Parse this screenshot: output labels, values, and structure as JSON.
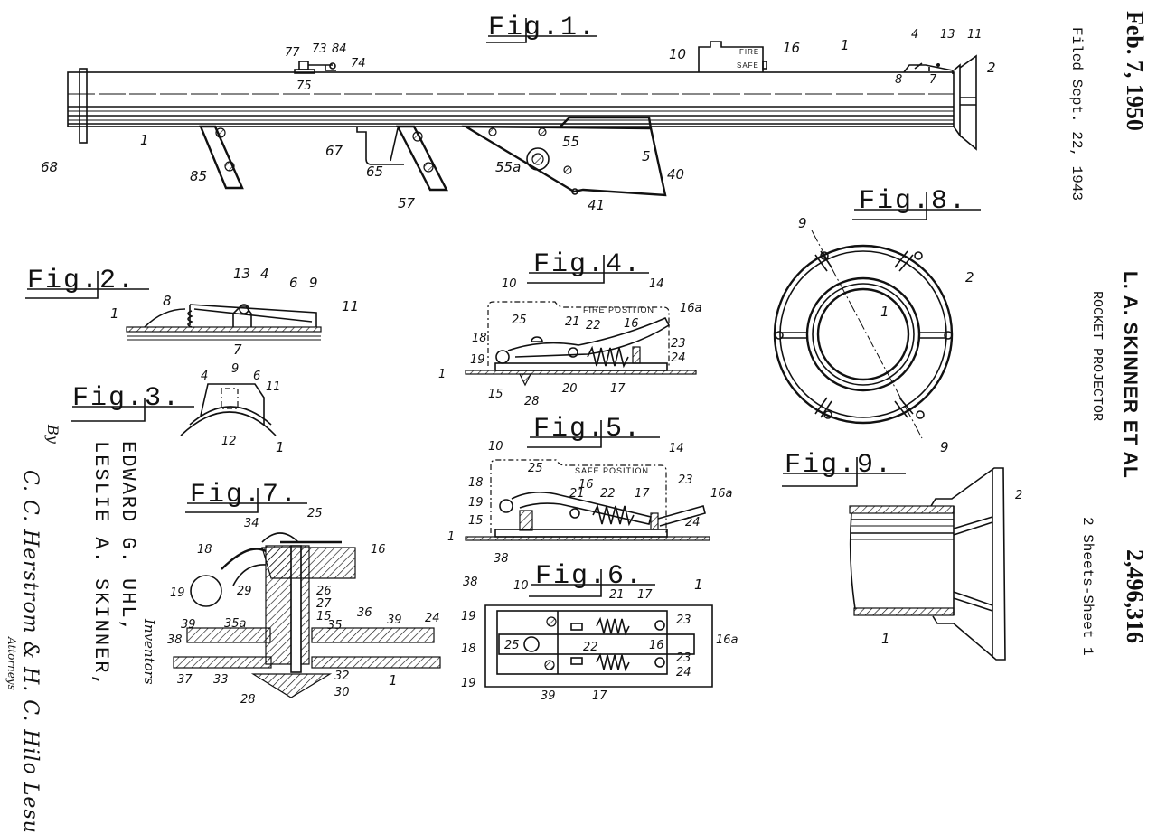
{
  "header": {
    "date": "Feb. 7, 1950",
    "filed": "Filed Sept. 22, 1943",
    "inventor_name": "L. A. SKINNER ET AL",
    "title": "ROCKET PROJECTOR",
    "patent_number": "2,496,316",
    "sheets": "2 Sheets-Sheet 1"
  },
  "inventors": {
    "name_1": "EDWARD G. UHL,",
    "name_2": "LESLIE A. SKINNER,",
    "label": "Inventors",
    "by": "By",
    "signature": "C. C. Herstrom & H. C. Hilo Lesu",
    "attorneys_label": "Attorneys"
  },
  "figures": {
    "fig1": {
      "title": "Fig.1.",
      "box_text_fire": "FIRE",
      "box_text_safe": "SAFE",
      "labels": [
        "77",
        "73",
        "84",
        "74",
        "75",
        "10",
        "16",
        "1",
        "4",
        "13",
        "11",
        "2",
        "8",
        "7",
        "68",
        "1",
        "85",
        "67",
        "65",
        "57",
        "55",
        "55a",
        "5",
        "40",
        "41"
      ]
    },
    "fig2": {
      "title": "Fig.2.",
      "labels": [
        "13",
        "4",
        "6",
        "9",
        "8",
        "1",
        "11",
        "7"
      ]
    },
    "fig3": {
      "title": "Fig.3.",
      "labels": [
        "4",
        "9",
        "6",
        "11",
        "12",
        "1"
      ]
    },
    "fig4": {
      "title": "Fig.4.",
      "position_text": "FIRE POSITION",
      "labels": [
        "10",
        "14",
        "25",
        "21",
        "22",
        "16",
        "16a",
        "18",
        "19",
        "23",
        "24",
        "1",
        "15",
        "28",
        "20",
        "17"
      ]
    },
    "fig5": {
      "title": "Fig.5.",
      "position_text": "SAFE POSITION",
      "labels": [
        "10",
        "14",
        "25",
        "16",
        "18",
        "21",
        "22",
        "17",
        "23",
        "16a",
        "19",
        "15",
        "24",
        "1",
        "38"
      ]
    },
    "fig6": {
      "title": "Fig.6.",
      "labels": [
        "38",
        "10",
        "21",
        "17",
        "1",
        "19",
        "23",
        "25",
        "22",
        "16",
        "16a",
        "18",
        "23",
        "24",
        "19",
        "39",
        "17"
      ]
    },
    "fig7": {
      "title": "Fig.7.",
      "labels": [
        "34",
        "25",
        "18",
        "16",
        "19",
        "29",
        "26",
        "27",
        "15",
        "35a",
        "35",
        "36",
        "39",
        "39",
        "24",
        "38",
        "37",
        "33",
        "32",
        "1",
        "28",
        "30"
      ]
    },
    "fig8": {
      "title": "Fig.8.",
      "labels": [
        "9",
        "2",
        "1",
        "9"
      ]
    },
    "fig9": {
      "title": "Fig.9.",
      "labels": [
        "2",
        "1"
      ]
    }
  }
}
